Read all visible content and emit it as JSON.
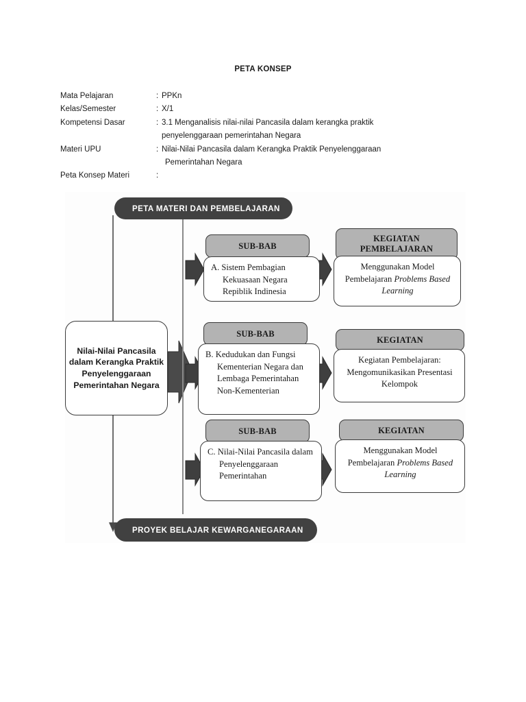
{
  "document": {
    "title": "PETA KONSEP",
    "meta": [
      {
        "label": "Mata Pelajaran",
        "sep": ":",
        "value": "PPKn"
      },
      {
        "label": "Kelas/Semester",
        "sep": ":",
        "value": "X/1"
      },
      {
        "label": "Kompetensi Dasar",
        "sep": ":",
        "value": "3.1 Menganalisis nilai-nilai Pancasila dalam kerangka praktik",
        "cont": "penyelenggaraan pemerintahan Negara"
      },
      {
        "label": "Materi UPU",
        "sep": ":",
        "value": "Nilai-Nilai Pancasila dalam Kerangka Praktik Penyelenggaraan",
        "cont": "Pemerintahan Negara"
      },
      {
        "label": "Peta Konsep Materi",
        "sep": ":",
        "value": ""
      }
    ]
  },
  "diagram": {
    "top_pill": "PETA MATERI DAN PEMBELAJARAN",
    "bottom_pill": "PROYEK BELAJAR KEWARGANEGARAAN",
    "main_node": "Nilai-Nilai Pancasila dalam Kerangka Praktik Penyelenggaraan Pemerintahan Negara",
    "rows": [
      {
        "subbab_header": "SUB-BAB",
        "subbab_body_prefix": "A.",
        "subbab_body": "Sistem Pembagian Kekuasaan Negara Repiblik Indinesia",
        "kegiatan_header": "KEGIATAN PEMBELAJARAN",
        "kegiatan_body_pre": "Menggunakan Model Pembelajaran ",
        "kegiatan_body_em": "Problems Based Learning",
        "kegiatan_body_post": ""
      },
      {
        "subbab_header": "SUB-BAB",
        "subbab_body_prefix": "B.",
        "subbab_body": "Kedudukan dan Fungsi Kementerian Negara dan Lembaga Pemerintahan Non-Kementerian",
        "kegiatan_header": "KEGIATAN",
        "kegiatan_body_pre": "Kegiatan Pembelajaran: Mengomunikasikan Presentasi Kelompok",
        "kegiatan_body_em": "",
        "kegiatan_body_post": ""
      },
      {
        "subbab_header": "SUB-BAB",
        "subbab_body_prefix": "C.",
        "subbab_body": "Nilai-Nilai Pancasila dalam Penyelenggaraan Pemerintahan",
        "kegiatan_header": "KEGIATAN",
        "kegiatan_body_pre": "Menggunakan Model Pembelajaran ",
        "kegiatan_body_em": "Problems Based Learning",
        "kegiatan_body_post": ""
      }
    ],
    "colors": {
      "header_gray": "#b3b3b3",
      "pill_dark": "#414141",
      "arrow_dark": "#3f3f3f",
      "outline": "#3a3a3a",
      "canvas": "#fdfdfd"
    }
  }
}
